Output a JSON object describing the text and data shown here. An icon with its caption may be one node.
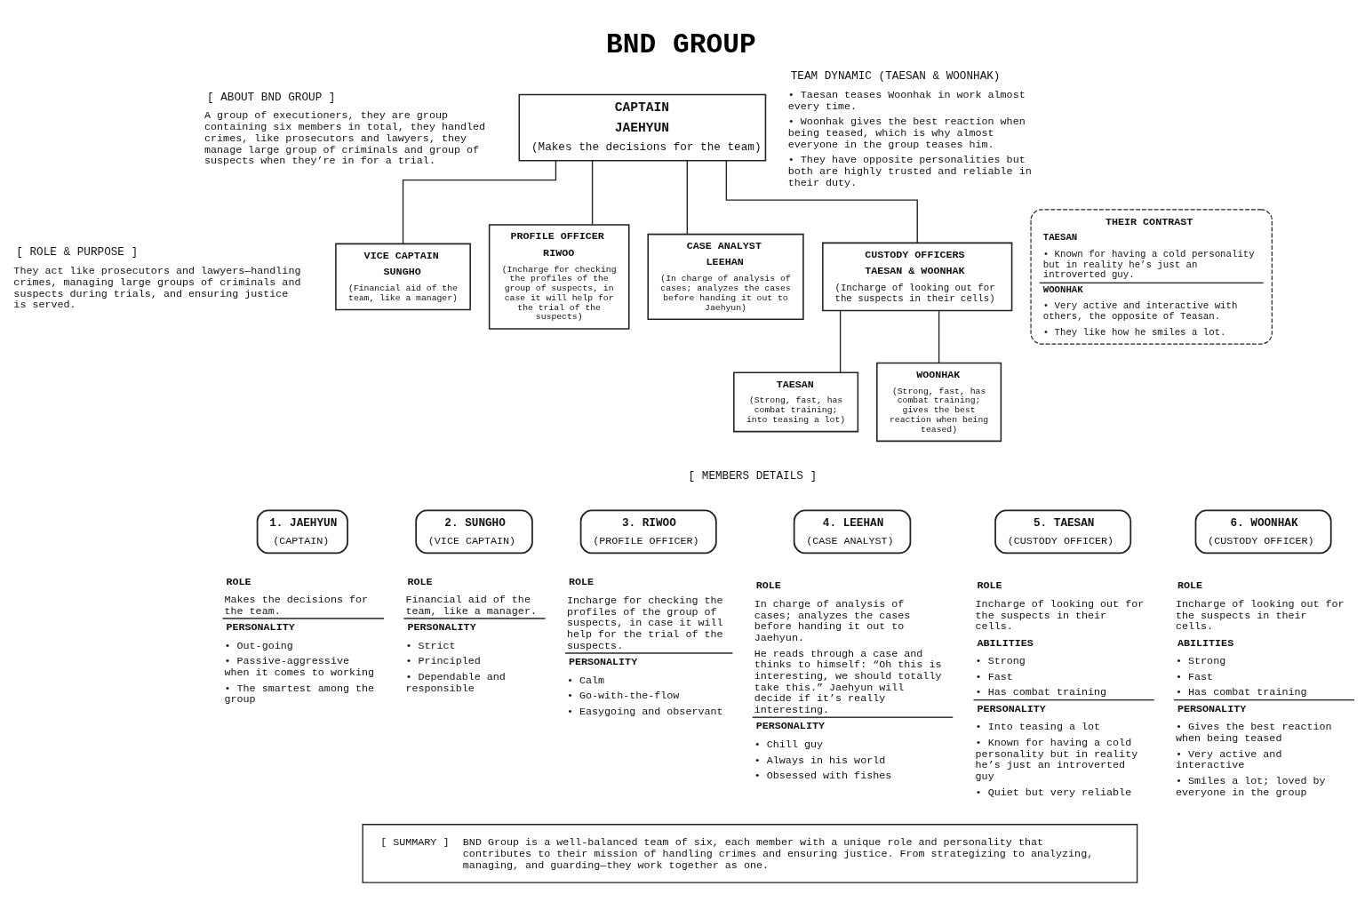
{
  "diagram": {
    "title": "BND GROUP",
    "nodes": [
      {
        "text": [
          "CAPTAIN",
          "JAEHYUN",
          "(Makes the decisions for the team)"
        ]
      },
      {
        "text": [
          "VICE CAPTAIN",
          "SUNGHO",
          "(Financial aid of the team, like a manager)"
        ]
      },
      {
        "text": [
          "PROFILE OFFICER",
          "RIWOO",
          "(Incharge for checking the profiles of the group of suspects, in case it will help for the trial of the suspects)"
        ]
      },
      {
        "text": [
          "CASE ANALYST",
          "LEEHAN",
          "(In charge of analysis of cases; analyzes the cases before handing it out to Jaehyun)"
        ]
      },
      {
        "text": [
          "CUSTODY OFFICERS",
          "TAESAN & WOONHAK",
          "(Incharge of looking out for the suspects in their cells)"
        ]
      },
      {
        "text": [
          "TAESAN",
          "(Strong, fast, has combat training; into teasing a lot)"
        ]
      },
      {
        "text": [
          "WOONHAK",
          "(Strong, fast, has combat training; gives the best reaction when being teased)"
        ]
      },
      {
        "text": [
          "THEIR CONTRAST",
          "TAESAN",
          "• Known for having a cold personality but in reality he’s just an introverted guy.",
          "WOONHAK",
          "• Very active and interactive with others, the opposite of Teasan.",
          "• They like how he smiles a lot."
        ]
      },
      {
        "text": [
          "1. JAEHYUN",
          "(CAPTAIN)"
        ],
        "beside": [
          "ROLE",
          "Makes the decisions for the team.",
          "PERSONALITY",
          "• Out-going",
          "• Passive-aggressive when it comes to working",
          "• The smartest among the group"
        ]
      },
      {
        "text": [
          "2. SUNGHO",
          "(VICE CAPTAIN)"
        ],
        "beside": [
          "ROLE",
          "Financial aid of the team, like a manager.",
          "PERSONALITY",
          "• Strict",
          "• Principled",
          "• Dependable and responsible"
        ]
      },
      {
        "text": [
          "3. RIWOO",
          "(PROFILE OFFICER)"
        ],
        "beside": [
          "ROLE",
          "Incharge for checking the profiles of the group of suspects, in case it will help for the trial of the suspects.",
          "PERSONALITY",
          "• Calm",
          "• Go-with-the-flow",
          "• Easygoing and observant"
        ]
      },
      {
        "text": [
          "4. LEEHAN",
          "(CASE ANALYST)"
        ],
        "beside": [
          "ROLE",
          "In charge of analysis of cases; analyzes the cases before handing it out to Jaehyun.",
          "He reads through a case and thinks to himself: “Oh this is interesting, we should totally take this.” Jaehyun will decide if it’s really interesting.",
          "PERSONALITY",
          "• Chill guy",
          "• Always in his world",
          "• Obsessed with fishes"
        ]
      },
      {
        "text": [
          "5. TAESAN",
          "(CUSTODY OFFICER)"
        ],
        "beside": [
          "ROLE",
          "Incharge of looking out for the suspects in their cells.",
          "ABILITIES",
          "• Strong",
          "• Fast",
          "• Has combat training",
          "PERSONALITY",
          "• Into teasing a lot",
          "• Known for having a cold personality but in reality he’s just an introverted guy",
          "• Quiet but very reliable"
        ]
      },
      {
        "text": [
          "6. WOONHAK",
          "(CUSTODY OFFICER)"
        ],
        "beside": [
          "ROLE",
          "Incharge of looking out for the suspects in their cells.",
          "ABILITIES",
          "• Strong",
          "• Fast",
          "• Has combat training",
          "PERSONALITY",
          "• Gives the best reaction when being teased",
          "• Very active and interactive",
          "• Smiles a lot; loved by everyone in the group"
        ]
      },
      {
        "text": [
          "[ SUMMARY ]",
          "BND Group is a well-balanced team of six, each member with a unique role and personality that contributes to their mission of handling crimes and ensuring justice. From strategizing to analyzing, managing, and guarding—they work together as one."
        ]
      }
    ],
    "edges": [
      {
        "from": 0,
        "to": 1,
        "arrow": "none"
      },
      {
        "from": 0,
        "to": 2,
        "arrow": "none"
      },
      {
        "from": 0,
        "to": 3,
        "arrow": "none"
      },
      {
        "from": 0,
        "to": 4,
        "arrow": "none"
      },
      {
        "from": 4,
        "to": 5,
        "arrow": "none"
      },
      {
        "from": 4,
        "to": 6,
        "arrow": "none"
      }
    ],
    "labels": [
      "[ ABOUT BND GROUP ]",
      "A group of executioners, they are group containing six members in total, they handled crimes, like prosecutors and lawyers, they manage large group of criminals and group of suspects when they’re in for a trial.",
      "[ ROLE & PURPOSE ]",
      "They act like prosecutors and lawyers—handling crimes, managing large groups of criminals and suspects during trials, and ensuring justice is served.",
      "TEAM DYNAMIC (TAESAN & WOONHAK)",
      "• Taesan teases Woonhak in work almost every time.",
      "• Woonhak gives the best reaction when being teased, which is why almost everyone in the group teases him.",
      "• They have opposite personalities but both are highly trusted and reliable in their duty.",
      "[ MEMBERS DETAILS ]"
    ]
  }
}
